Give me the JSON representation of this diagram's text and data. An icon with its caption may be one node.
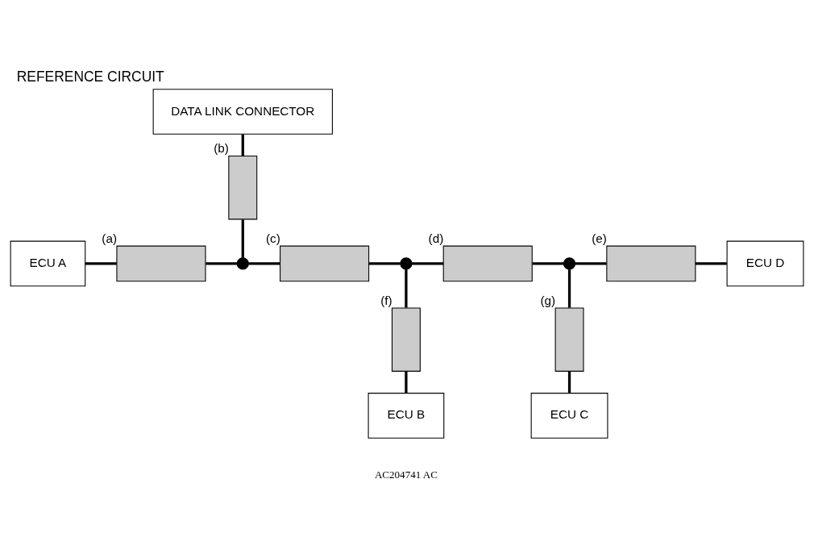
{
  "diagram": {
    "title": "REFERENCE CIRCUIT",
    "nodes": [
      {
        "text": [
          "DATA LINK CONNECTOR"
        ]
      },
      {
        "text": [],
        "shape": "bar",
        "beside": [
          "(b)"
        ]
      },
      {
        "text": [
          "ECU A"
        ]
      },
      {
        "text": [],
        "shape": "bar",
        "beside": [
          "(a)"
        ]
      },
      {
        "text": [],
        "shape": "circle"
      },
      {
        "text": [],
        "shape": "bar",
        "beside": [
          "(c)"
        ]
      },
      {
        "text": [],
        "shape": "circle"
      },
      {
        "text": [],
        "shape": "bar",
        "beside": [
          "(d)"
        ]
      },
      {
        "text": [],
        "shape": "circle"
      },
      {
        "text": [],
        "shape": "bar",
        "beside": [
          "(e)"
        ]
      },
      {
        "text": [
          "ECU D"
        ]
      },
      {
        "text": [],
        "shape": "bar",
        "beside": [
          "(f)"
        ]
      },
      {
        "text": [],
        "shape": "bar",
        "beside": [
          "(g)"
        ]
      },
      {
        "text": [
          "ECU B"
        ]
      },
      {
        "text": [
          "ECU C"
        ]
      }
    ],
    "edges": [
      {
        "from": 2,
        "to": 3,
        "arrow": "none"
      },
      {
        "from": 3,
        "to": 4,
        "arrow": "none"
      },
      {
        "from": 0,
        "to": 1,
        "arrow": "none"
      },
      {
        "from": 1,
        "to": 4,
        "arrow": "none"
      },
      {
        "from": 4,
        "to": 5,
        "arrow": "none"
      },
      {
        "from": 5,
        "to": 6,
        "arrow": "none"
      },
      {
        "from": 6,
        "to": 7,
        "arrow": "none"
      },
      {
        "from": 7,
        "to": 8,
        "arrow": "none"
      },
      {
        "from": 8,
        "to": 9,
        "arrow": "none"
      },
      {
        "from": 9,
        "to": 10,
        "arrow": "none"
      },
      {
        "from": 6,
        "to": 11,
        "arrow": "none"
      },
      {
        "from": 11,
        "to": 13,
        "arrow": "none"
      },
      {
        "from": 8,
        "to": 12,
        "arrow": "none"
      },
      {
        "from": 12,
        "to": 14,
        "arrow": "none"
      }
    ],
    "labels": [
      "AC204741 AC"
    ]
  }
}
